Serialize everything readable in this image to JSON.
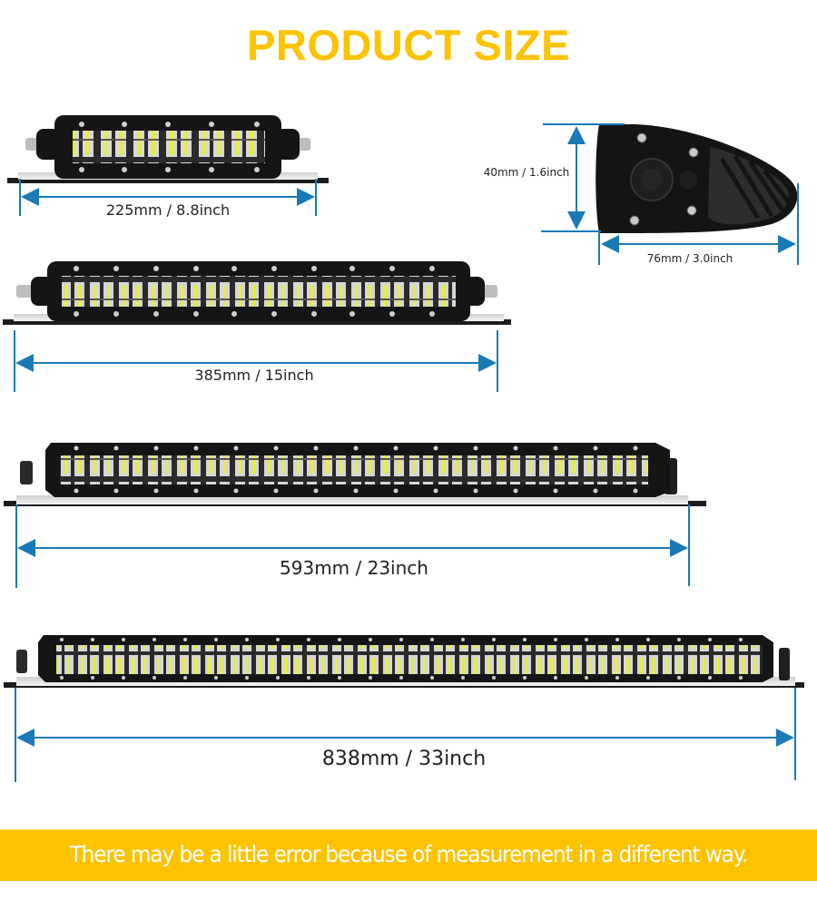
{
  "header": {
    "title": "PRODUCT SIZE"
  },
  "products": [
    {
      "id": "bar-8",
      "length_label": "225mm / 8.8inch",
      "length_mm": 225,
      "length_inch": 8.8
    },
    {
      "id": "bar-15",
      "length_label": "385mm / 15inch",
      "length_mm": 385,
      "length_inch": 15
    },
    {
      "id": "bar-23",
      "length_label": "593mm / 23inch",
      "length_mm": 593,
      "length_inch": 23
    },
    {
      "id": "bar-33",
      "length_label": "838mm / 33inch",
      "length_mm": 838,
      "length_inch": 33
    }
  ],
  "end_view": {
    "height_label": "40mm / 1.6inch",
    "depth_label": "76mm / 3.0inch"
  },
  "footer": {
    "note": "There may be a little error because of measurement in a different way."
  },
  "colors": {
    "accent_yellow": "#fcc300",
    "dimension_blue": "#1a7ab5",
    "bar_black": "#151515",
    "led_yellow": "#e8f04a"
  }
}
